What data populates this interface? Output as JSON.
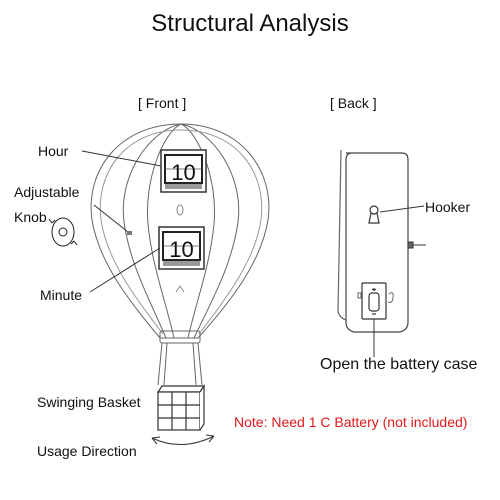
{
  "title": "Structural Analysis",
  "views": {
    "front": "[   Front   ]",
    "back": "[   Back   ]"
  },
  "labels": {
    "hour": "Hour",
    "knob_line1": "Adjustable",
    "knob_line2": "Knob",
    "minute": "Minute",
    "basket": "Swinging Basket",
    "usage": "Usage Direction",
    "hooker": "Hooker",
    "battery_case": "Open the battery case",
    "note": "Note: Need 1 C Battery (not included)"
  },
  "clock": {
    "hour_digits": "10",
    "minute_digits": "10"
  },
  "colors": {
    "line": "#555555",
    "note": "#e0191b"
  }
}
